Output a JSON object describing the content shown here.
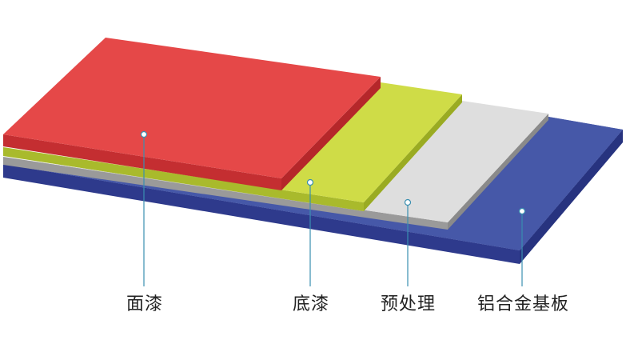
{
  "diagram": {
    "layers": [
      {
        "id": "topcoat",
        "label": "面漆",
        "color": "#e54848"
      },
      {
        "id": "primer",
        "label": "底漆",
        "color": "#cfdc47"
      },
      {
        "id": "pretreat",
        "label": "预处理",
        "color": "#dedede"
      },
      {
        "id": "substrate",
        "label": "铝合金基板",
        "color": "#4557a6"
      }
    ],
    "leader_color": "#3a8fb0"
  }
}
